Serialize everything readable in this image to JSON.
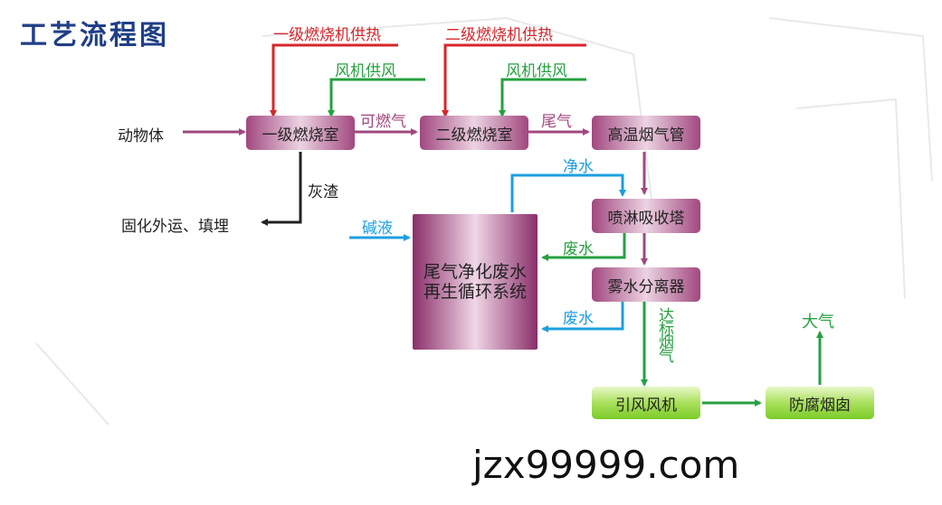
{
  "title": "工艺流程图",
  "nodes": {
    "primary_chamber": "一级燃烧室",
    "secondary_chamber": "二级燃烧室",
    "flue_pipe": "高温烟气管",
    "spray_tower": "喷淋吸收塔",
    "mist_separator": "雾水分离器",
    "induced_fan": "引风风机",
    "chimney": "防腐烟囱",
    "recycle_system_line1": "尾气净化废水",
    "recycle_system_line2": "再生循环系统"
  },
  "text_items": {
    "input": "动物体",
    "ash_output": "固化外运、填埋",
    "atmosphere": "大气"
  },
  "labels": {
    "heat1": "一级燃烧机供热",
    "heat2": "二级燃烧机供热",
    "fan1": "风机供风",
    "fan2": "风机供风",
    "combustible_gas": "可燃气",
    "tail_gas": "尾气",
    "ash": "灰渣",
    "clean_water": "净水",
    "alkali": "碱液",
    "waste_water1": "废水",
    "waste_water2": "废水",
    "standard_gas": "达标烟气"
  },
  "watermark": "jzx99999.com",
  "colors": {
    "red": "#d7262b",
    "green": "#26a041",
    "purple": "#a1487f",
    "blue": "#1d9fe0",
    "black": "#222222",
    "title": "#1f3f86"
  }
}
